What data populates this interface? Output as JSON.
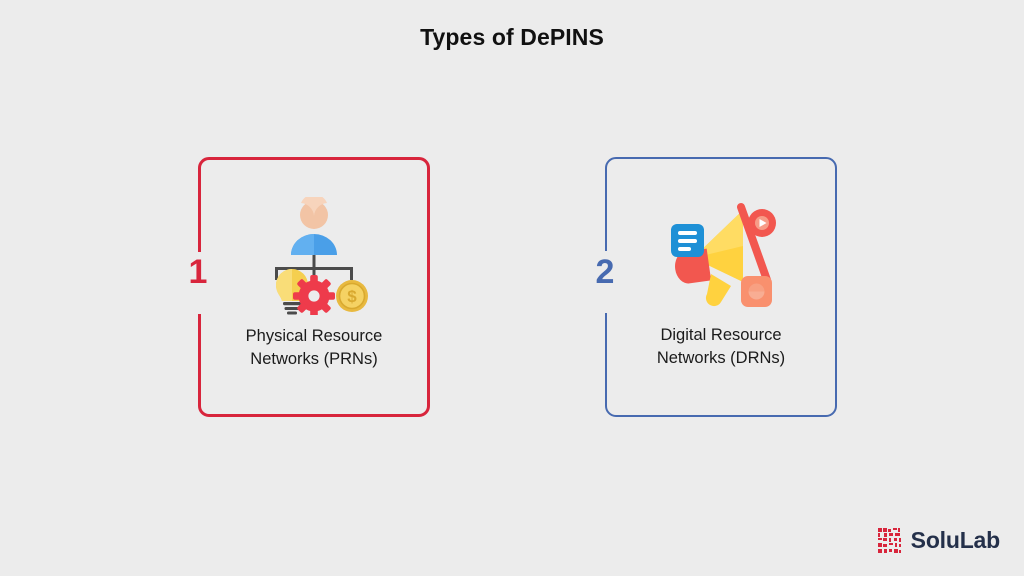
{
  "page": {
    "title": "Types of DePINS",
    "background_color": "#ececec"
  },
  "cards": [
    {
      "number": "1",
      "label_line1": "Physical Resource",
      "label_line2": "Networks (PRNs)",
      "accent_color": "#d8253c",
      "icon_name": "physical-resource-network-icon",
      "icon_parts": [
        "person",
        "lightbulb",
        "gear",
        "coin"
      ]
    },
    {
      "number": "2",
      "label_line1": "Digital Resource",
      "label_line2": "Networks (DRNs)",
      "accent_color": "#476ab0",
      "icon_name": "digital-resource-network-icon",
      "icon_parts": [
        "megaphone",
        "document",
        "play-button",
        "image"
      ]
    }
  ],
  "logo": {
    "text": "SoluLab",
    "mark_color": "#d8253c",
    "text_color": "#24304a"
  }
}
